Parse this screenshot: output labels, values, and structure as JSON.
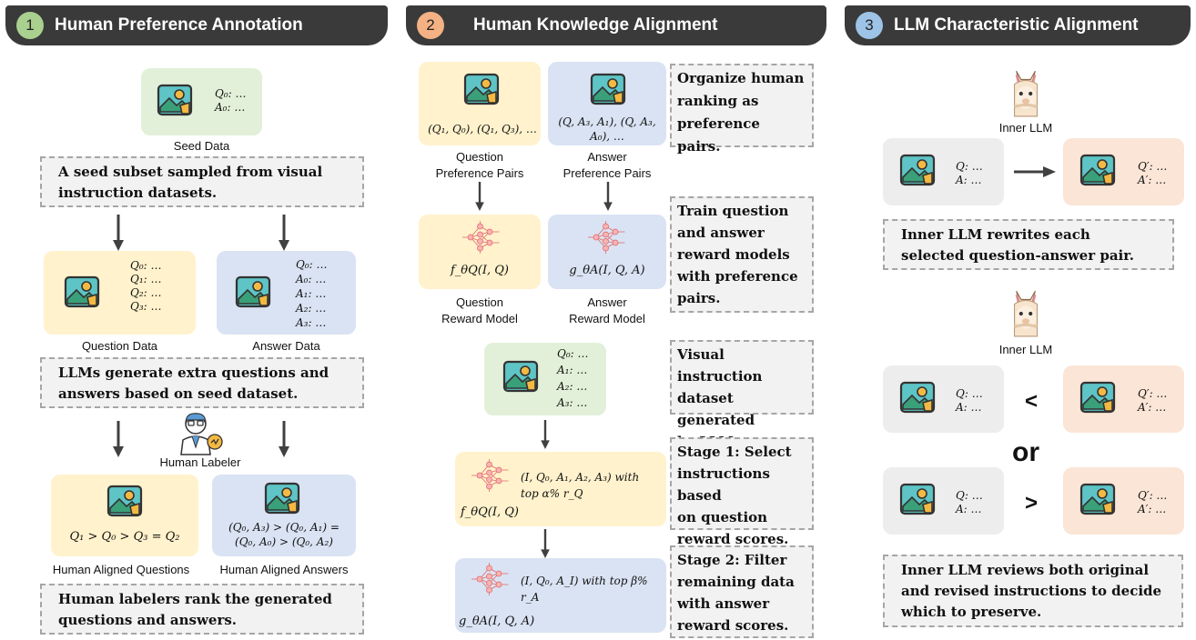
{
  "panel1": {
    "number": "1",
    "title": "Human Preference Annotation",
    "seed_text": "Q₀: …\nA₀: …",
    "seed_label": "Seed Data",
    "note1": "A seed subset sampled from visual instruction datasets.",
    "question_text": "Q₀: …\nQ₁: …\nQ₂: …\nQ₃: …",
    "answer_text": "Q₀: …\nA₀: …\nA₁: …\nA₂: …\nA₃: …",
    "question_label": "Question Data",
    "answer_label": "Answer Data",
    "note2": "LLMs generate extra questions and answers based on seed dataset.",
    "labeler_label": "Human Labeler",
    "hq_text": "Q₁ > Q₀ > Q₃ = Q₂",
    "ha_text": "(Q₀, A₃) > (Q₀, A₁) =\n(Q₀, A₀) > (Q₀, A₂)",
    "hq_label": "Human Aligned Questions",
    "ha_label": "Human Aligned Answers",
    "note3": "Human labelers rank the generated questions and answers."
  },
  "panel2": {
    "number": "2",
    "title": "Human Knowledge Alignment",
    "qpairs_text": "(Q₁, Q₀), (Q₁, Q₃), …",
    "apairs_text": "(Q, A₃, A₁), (Q, A₃,\nA₀), …",
    "qpairs_label": "Question\nPreference Pairs",
    "apairs_label": "Answer\nPreference Pairs",
    "note1": "Organize human\nranking as\npreference pairs.",
    "qrm_text": "f_θQ(I, Q)",
    "arm_text": "g_θA(I, Q, A)",
    "qrm_label": "Question\nReward Model",
    "arm_label": "Answer\nReward Model",
    "note2": "Train question\nand answer\nreward models\nwith preference\npairs.",
    "gen_text": "Q₀: …\nA₁: …\nA₂: …\nA₃: …",
    "note3": "Visual instruction\ndataset generated\nby LLMs.",
    "stage1_text": "(I, Q₀, A₁, A₂, A₃) with\ntop α% r_Q",
    "stage1_func": "f_θQ(I, Q)",
    "note4": "Stage 1: Select\ninstructions based\non question\nreward scores.",
    "stage2_text": "(I, Q₀, A_I) with top β%\nr_A",
    "stage2_func": "g_θA(I, Q, A)",
    "note5": "Stage 2: Filter\nremaining data\nwith answer\nreward scores."
  },
  "panel3": {
    "number": "3",
    "title": "LLM Characteristic Alignment",
    "llm_label": "Inner LLM",
    "orig_text": "Q: …\nA: …",
    "rev_text": "Q′: …\nA′: …",
    "note1": "Inner LLM rewrites each selected question-answer pair.",
    "llm_label2": "Inner LLM",
    "lt": "<",
    "or": "or",
    "gt": ">",
    "note2": "Inner LLM reviews both original and revised instructions to decide which to preserve."
  },
  "colors": {
    "header": "#3a3a3a",
    "green_card": "#e2f0d9",
    "yellow_card": "#fff2cc",
    "blue_card": "#dae3f3",
    "gray_card": "#ededed",
    "peach_card": "#fbe5d6"
  },
  "icons": [
    "image-icon",
    "llama-icon",
    "labeler-icon",
    "network-icon",
    "arrow-down-icon",
    "arrow-right-icon"
  ]
}
